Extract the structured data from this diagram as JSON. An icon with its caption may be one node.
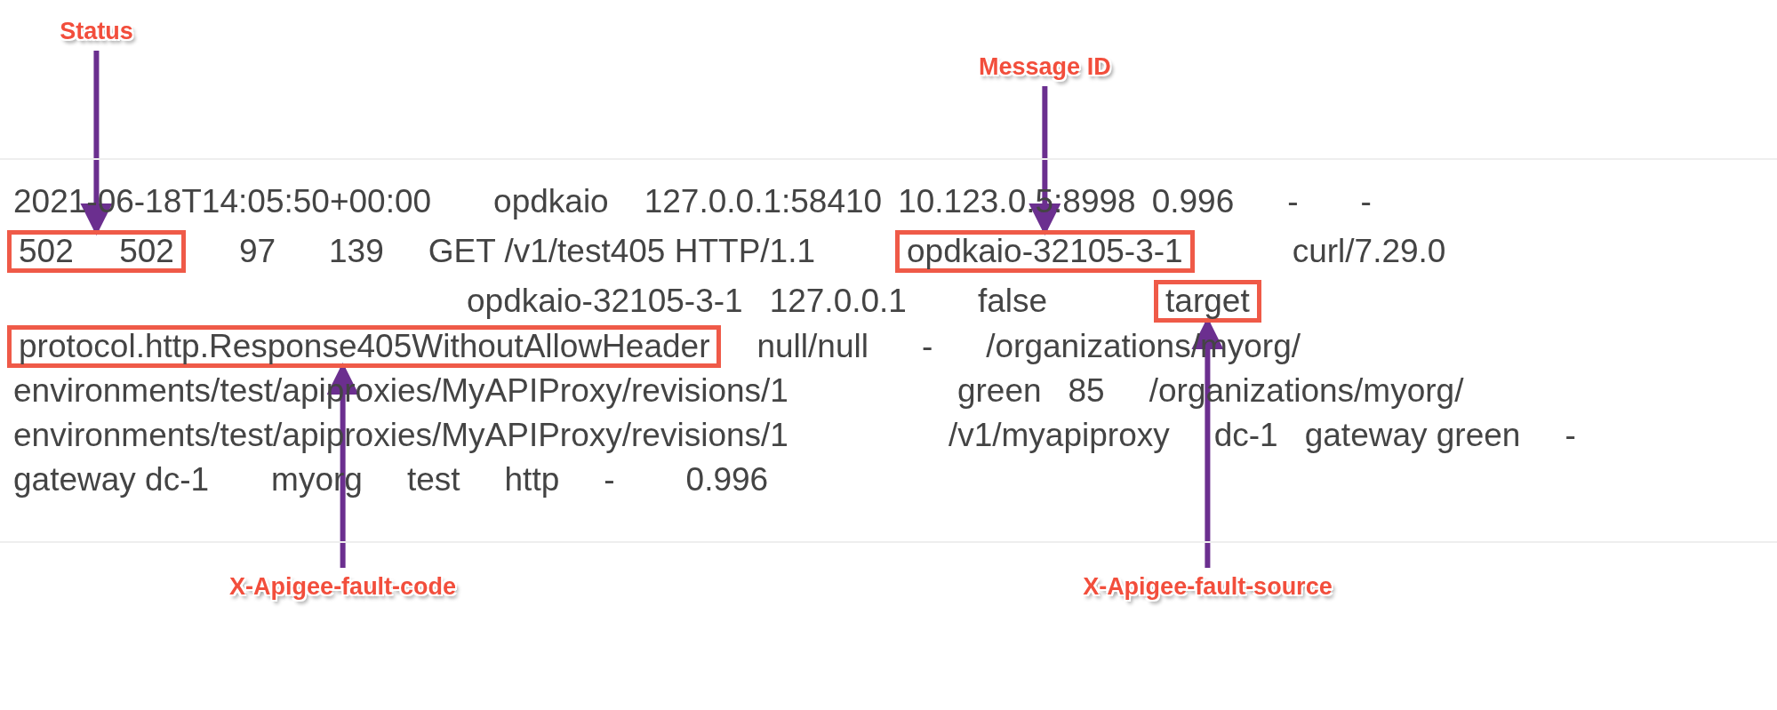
{
  "diagram": {
    "nodes": [
      {
        "text": [
          "Status"
        ]
      },
      {
        "text": [
          "Message ID"
        ]
      },
      {
        "text": [
          "502     502"
        ]
      },
      {
        "text": [
          "opdkaio-32105-3-1"
        ]
      },
      {
        "text": [
          "target"
        ]
      },
      {
        "text": [
          "protocol.http.Response405WithoutAllowHeader"
        ]
      },
      {
        "text": [
          "X-Apigee-fault-code"
        ]
      },
      {
        "text": [
          "X-Apigee-fault-source"
        ]
      }
    ],
    "edges": [
      {
        "from": 0,
        "to": 2,
        "arrow": "to"
      },
      {
        "from": 1,
        "to": 3,
        "arrow": "to"
      },
      {
        "from": 6,
        "to": 5,
        "arrow": "to"
      },
      {
        "from": 7,
        "to": 4,
        "arrow": "to"
      }
    ],
    "labels": [
      "2021-06-18T14:05:50+00:00",
      "opdkaio",
      "127.0.0.1:58410",
      "10.123.0.5:8998",
      "0.996",
      "-",
      "-",
      "97",
      "139",
      "GET /v1/test405 HTTP/1.1",
      "curl/7.29.0",
      "opdkaio-32105-3-1",
      "127.0.0.1",
      "false",
      "null/null",
      "-",
      "/organizations/myorg/",
      "environments/test/apiproxies/MyAPIProxy/revisions/1",
      "green",
      "85",
      "/organizations/myorg/",
      "environments/test/apiproxies/MyAPIProxy/revisions/1",
      "/v1/myapiproxy",
      "dc-1",
      "gateway green",
      "-",
      "gateway dc-1",
      "myorg",
      "test",
      "http",
      "-",
      "0.996"
    ]
  }
}
